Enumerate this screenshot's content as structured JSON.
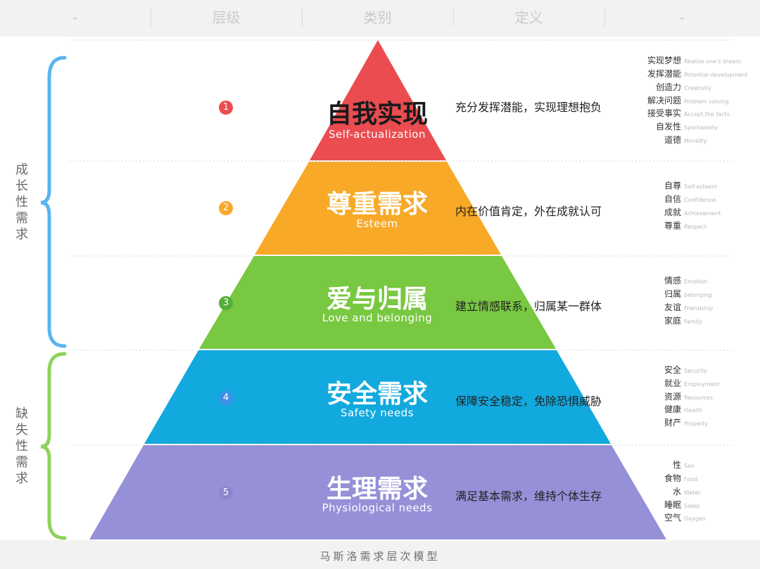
{
  "header": {
    "col0": "-",
    "col1": "层级",
    "col2": "类别",
    "col3": "定义",
    "col4": "-"
  },
  "groups": {
    "growth": "成长性需求",
    "deficiency": "缺失性需求"
  },
  "levels": [
    {
      "number": "1",
      "name_cn": "自我实现",
      "name_en": "Self-actualization",
      "definition": "充分发挥潜能，实现理想抱负",
      "color": "#ea4c50",
      "keywords": [
        {
          "cn": "实现梦想",
          "en": "Realize one's dream"
        },
        {
          "cn": "发挥潜能",
          "en": "Potential development"
        },
        {
          "cn": "创造力",
          "en": "Creativity"
        },
        {
          "cn": "解决问题",
          "en": "Problem solving"
        },
        {
          "cn": "接受事实",
          "en": "Accept the facts"
        },
        {
          "cn": "自发性",
          "en": "Spontaneity"
        },
        {
          "cn": "道德",
          "en": "Morality"
        }
      ]
    },
    {
      "number": "2",
      "name_cn": "尊重需求",
      "name_en": "Esteem",
      "definition": "内在价值肯定，外在成就认可",
      "color": "#f8a928",
      "keywords": [
        {
          "cn": "自尊",
          "en": "Self-esteem"
        },
        {
          "cn": "自信",
          "en": "Confidence"
        },
        {
          "cn": "成就",
          "en": "Achievement"
        },
        {
          "cn": "尊重",
          "en": "Respect"
        }
      ]
    },
    {
      "number": "3",
      "name_cn": "爱与归属",
      "name_en": "Love and belonging",
      "definition": "建立情感联系，归属某一群体",
      "color": "#78c841",
      "keywords": [
        {
          "cn": "情感",
          "en": "Emotion"
        },
        {
          "cn": "归属",
          "en": "belonging"
        },
        {
          "cn": "友谊",
          "en": "Friendship"
        },
        {
          "cn": "家庭",
          "en": "Family"
        }
      ]
    },
    {
      "number": "4",
      "name_cn": "安全需求",
      "name_en": "Safety needs",
      "definition": "保障安全稳定，免除恐惧威胁",
      "color": "#11a9de",
      "keywords": [
        {
          "cn": "安全",
          "en": "Security"
        },
        {
          "cn": "就业",
          "en": "Employment"
        },
        {
          "cn": "资源",
          "en": "Resources"
        },
        {
          "cn": "健康",
          "en": "Health"
        },
        {
          "cn": "财产",
          "en": "Property"
        }
      ]
    },
    {
      "number": "5",
      "name_cn": "生理需求",
      "name_en": "Physiological needs",
      "definition": "满足基本需求，维持个体生存",
      "color": "#9690d8",
      "keywords": [
        {
          "cn": "性",
          "en": "Sex"
        },
        {
          "cn": "食物",
          "en": "Food"
        },
        {
          "cn": "水",
          "en": "Water"
        },
        {
          "cn": "睡眠",
          "en": "Sleep"
        },
        {
          "cn": "空气",
          "en": "Oxygen"
        }
      ]
    }
  ],
  "caption": "马斯洛需求层次模型",
  "colors": {
    "growth_brace": "#5ab4f0",
    "deficiency_brace": "#8ed35c",
    "badge_1": "#ea4c50",
    "badge_2": "#f8a928",
    "badge_3": "#54ae3a",
    "badge_4": "#3f8fe8",
    "badge_5": "#8c86cc"
  }
}
